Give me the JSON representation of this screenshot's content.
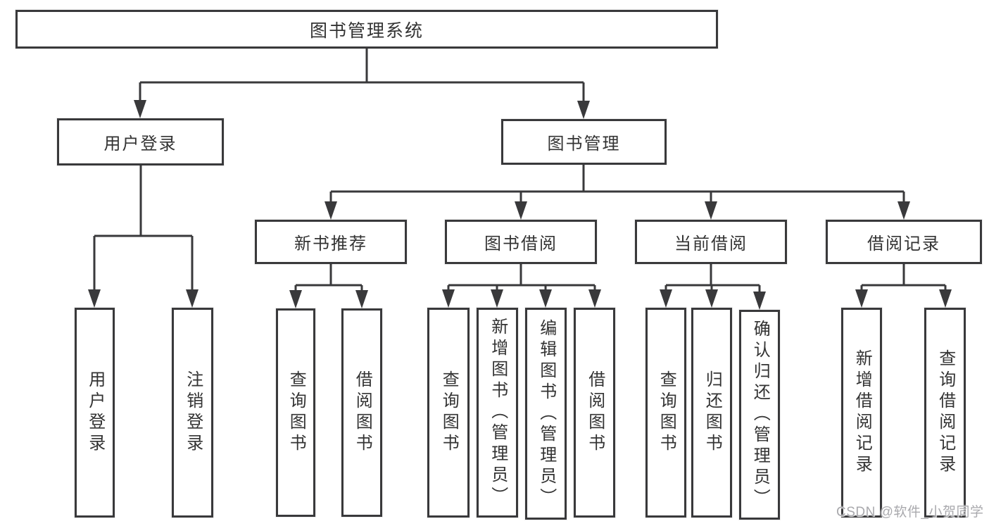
{
  "tree": {
    "label": "图书管理系统",
    "children": [
      {
        "label": "用户登录",
        "children": [
          {
            "label": "用户登录"
          },
          {
            "label": "注销登录"
          }
        ]
      },
      {
        "label": "图书管理",
        "children": [
          {
            "label": "新书推荐",
            "children": [
              {
                "label": "查询图书"
              },
              {
                "label": "借阅图书"
              }
            ]
          },
          {
            "label": "图书借阅",
            "children": [
              {
                "label": "查询图书"
              },
              {
                "label": "新增图书（管理员）"
              },
              {
                "label": "编辑图书（管理员）"
              },
              {
                "label": "借阅图书"
              }
            ]
          },
          {
            "label": "当前借阅",
            "children": [
              {
                "label": "查询图书"
              },
              {
                "label": "归还图书"
              },
              {
                "label": "确认归还（管理员）"
              }
            ]
          },
          {
            "label": "借阅记录",
            "children": [
              {
                "label": "新增借阅记录"
              },
              {
                "label": "查询借阅记录"
              }
            ]
          }
        ]
      }
    ]
  },
  "watermark": {
    "text": "CSDN @软件_小贺同学"
  },
  "colors": {
    "line": "#39393b",
    "text": "#333333",
    "watermark": "#a9a9ad",
    "background": "#ffffff"
  }
}
